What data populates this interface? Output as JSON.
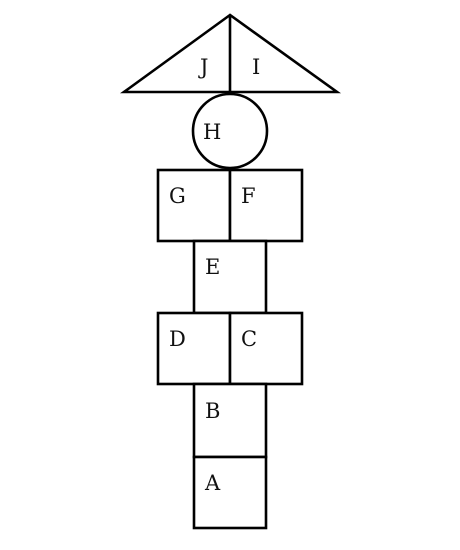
{
  "hopscotch": {
    "labels": {
      "a": "A",
      "b": "B",
      "c": "C",
      "d": "D",
      "e": "E",
      "f": "F",
      "g": "G",
      "h": "H",
      "i": "I",
      "j": "J"
    }
  }
}
